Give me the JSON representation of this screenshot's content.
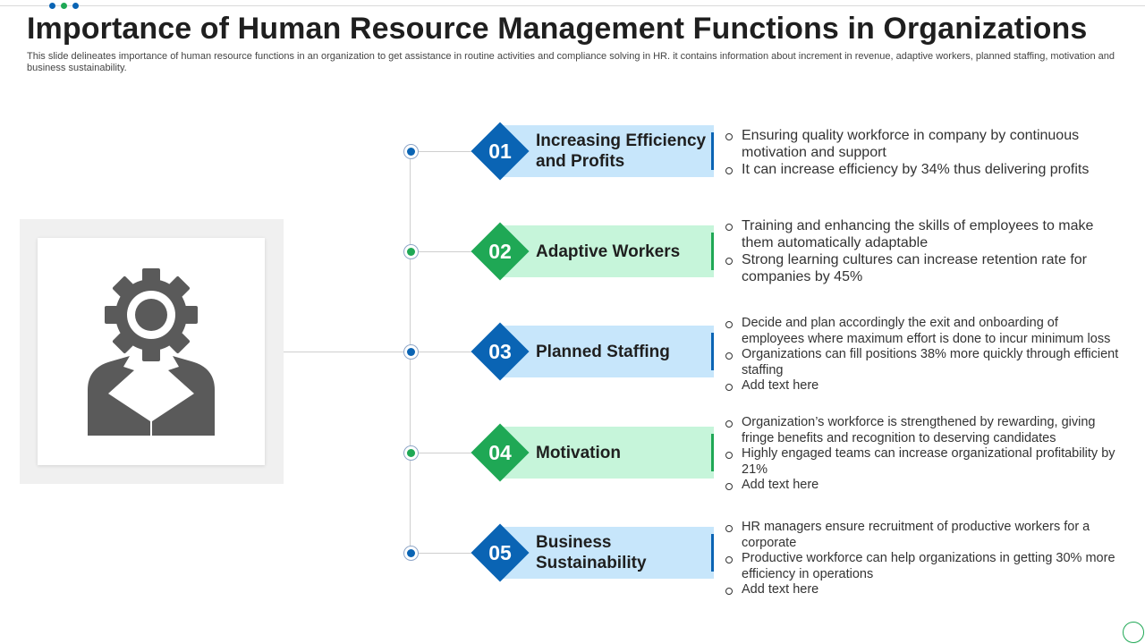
{
  "slide": {
    "title": "Importance of Human Resource Management Functions in Organizations",
    "subtitle": "This slide delineates importance of human resource functions in an organization to get assistance in routine activities and compliance solving in HR. it contains information about increment in revenue, adaptive workers, planned staffing, motivation and business sustainability."
  },
  "colors": {
    "blue": "#0a64b4",
    "green": "#1fa855",
    "blue_band": "#c7e6fb",
    "green_band": "#c6f5da",
    "figure_gray": "#5a5a5a"
  },
  "figure": {
    "icon": "gear-head-person-icon"
  },
  "items": [
    {
      "number": "01",
      "label": "Increasing Efficiency and Profits",
      "bullets": [
        "Ensuring quality workforce in company by continuous motivation and support",
        "It can increase efficiency by 34% thus delivering profits"
      ]
    },
    {
      "number": "02",
      "label": "Adaptive Workers",
      "bullets": [
        "Training and enhancing the skills of employees to make them automatically adaptable",
        "Strong learning cultures can increase retention rate for companies by 45%"
      ]
    },
    {
      "number": "03",
      "label": "Planned Staffing",
      "bullets": [
        "Decide and plan accordingly the exit and onboarding of employees where maximum effort is done to incur minimum loss",
        "Organizations can fill positions 38% more quickly through efficient staffing",
        "Add text here"
      ]
    },
    {
      "number": "04",
      "label": "Motivation",
      "bullets": [
        "Organization’s workforce is strengthened by rewarding, giving fringe benefits and recognition to deserving candidates",
        "Highly engaged teams can increase organizational profitability by 21%",
        "Add text here"
      ]
    },
    {
      "number": "05",
      "label": "Business Sustainability",
      "bullets": [
        "HR managers ensure recruitment of productive workers for a corporate",
        "Productive workforce can help organizations in getting 30% more efficiency in operations",
        "Add text here"
      ]
    }
  ]
}
